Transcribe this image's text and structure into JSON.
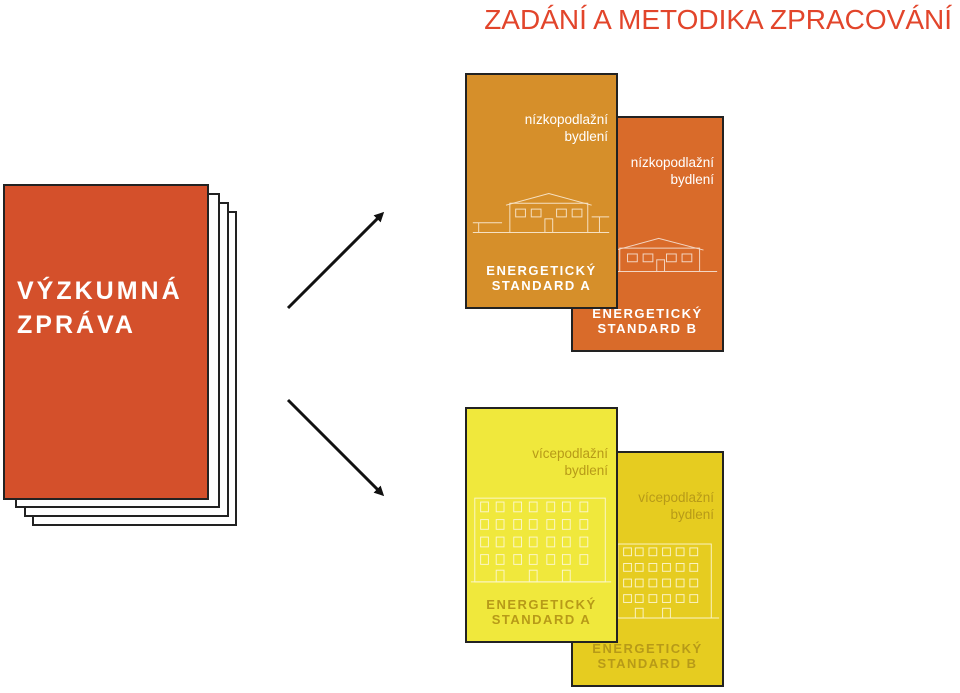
{
  "title": "ZADÁNÍ A METODIKA ZPRACOVÁNÍ",
  "report": {
    "line1": "VÝZKUMNÁ",
    "line2": "ZPRÁVA"
  },
  "cards": [
    {
      "sub1": "nízkopodlažní",
      "sub2": "bydlení",
      "std1": "ENERGETICKÝ",
      "std2": "STANDARD A",
      "drawing": "house-elevation"
    },
    {
      "sub1": "nízkopodlažní",
      "sub2": "bydlení",
      "std1": "ENERGETICKÝ",
      "std2": "STANDARD B",
      "drawing": "house-elevation"
    },
    {
      "sub1": "vícepodlažní",
      "sub2": "bydlení",
      "std1": "ENERGETICKÝ",
      "std2": "STANDARD A",
      "drawing": "apartment-block-elevation"
    },
    {
      "sub1": "vícepodlažní",
      "sub2": "bydlení",
      "std1": "ENERGETICKÝ",
      "std2": "STANDARD B",
      "drawing": "apartment-block-elevation"
    }
  ],
  "colors": {
    "title": "#e2452b",
    "report": "#d4502b",
    "low_rise_a": "#d68f2a",
    "low_rise_b": "#d96b2a",
    "multi_storey_a": "#f0e83c",
    "multi_storey_b": "#e6cc20"
  }
}
